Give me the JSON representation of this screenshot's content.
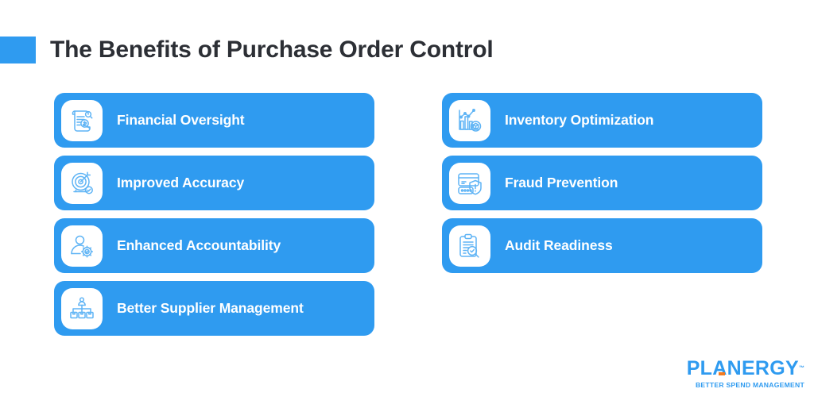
{
  "header": {
    "title": "The Benefits of Purchase Order Control",
    "accent_color": "#2f9bf0",
    "title_color": "#2c2f35"
  },
  "theme": {
    "card_color": "#2f9bf0",
    "card_text_color": "#ffffff",
    "icon_tile_color": "#ffffff",
    "icon_stroke_color": "#5fb4f5",
    "background": "#ffffff"
  },
  "columns": [
    {
      "cards": [
        {
          "label": "Financial Oversight",
          "icon": "document-magnifier-dollar-icon"
        },
        {
          "label": "Improved Accuracy",
          "icon": "target-arrow-check-icon"
        },
        {
          "label": "Enhanced Accountability",
          "icon": "person-gear-check-icon"
        },
        {
          "label": "Better Supplier Management",
          "icon": "org-chart-boxes-icon"
        }
      ]
    },
    {
      "cards": [
        {
          "label": "Inventory Optimization",
          "icon": "bar-chart-package-icon"
        },
        {
          "label": "Fraud Prevention",
          "icon": "credit-card-shield-alert-icon"
        },
        {
          "label": "Audit Readiness",
          "icon": "clipboard-magnifier-check-icon"
        }
      ]
    }
  ],
  "logo": {
    "word": "PLANERGY",
    "trademark": "™",
    "tagline": "BETTER SPEND MANAGEMENT",
    "color": "#2f9bf0",
    "accent_color": "#f47b20"
  }
}
